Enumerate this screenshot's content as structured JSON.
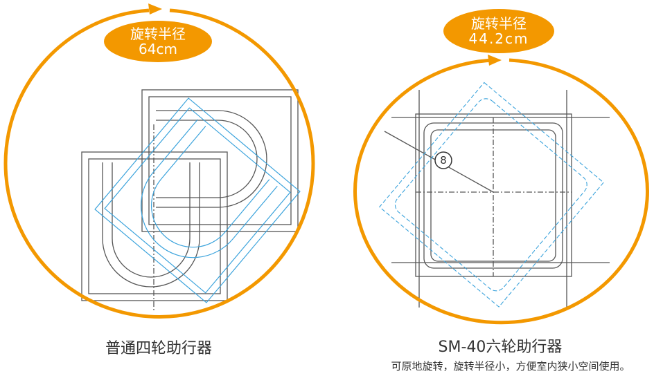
{
  "colors": {
    "accent": "#F39800",
    "frame": "#555555",
    "rotated": "#3BA3DC"
  },
  "left": {
    "label_title": "旋转半径",
    "label_value": "64cm",
    "caption": "普通四轮助行器"
  },
  "right": {
    "label_title": "旋转半径",
    "label_value": "44.2cm",
    "marker": "8",
    "caption": "SM-40六轮助行器",
    "subcaption": "可原地旋转，旋转半径小，方便室内狭小空间使用。"
  }
}
